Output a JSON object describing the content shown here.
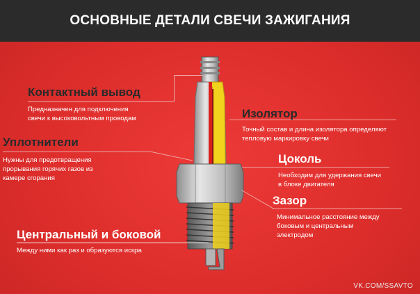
{
  "header": {
    "title": "Основные детали свечи зажигания"
  },
  "labels": {
    "contact": {
      "title": "Контактный вывод",
      "desc_1": "Предназначен для подключения",
      "desc_2": "свечи к высоковольтным проводам"
    },
    "seals": {
      "title": "Уплотнители",
      "desc_1": "Нужны для предотвращения",
      "desc_2": "прорывания горячих газов из",
      "desc_3": "камере сгорания"
    },
    "center": {
      "title": "Центральный и боковой",
      "desc_1": "Между ними как раз и образуются искра"
    },
    "insulator": {
      "title": "Изолятор",
      "desc_1": "Точный состав и длина изолятора определяют",
      "desc_2": "тепловую маркировку свечи"
    },
    "base": {
      "title": "Цоколь",
      "desc_1": "Необходим для удержания свечи",
      "desc_2": "в блоке двигателя"
    },
    "gap": {
      "title": "Зазор",
      "desc_1": "Минимальное расстояние между",
      "desc_2": "боковым и центральным",
      "desc_3": "электродом"
    }
  },
  "watermark": "VK.COM/SSAVTO",
  "colors": {
    "header_bg": "#2b2b2b",
    "background": "#e0302f",
    "insulator": "#f1d21c",
    "metal": "#c8c8c8"
  }
}
